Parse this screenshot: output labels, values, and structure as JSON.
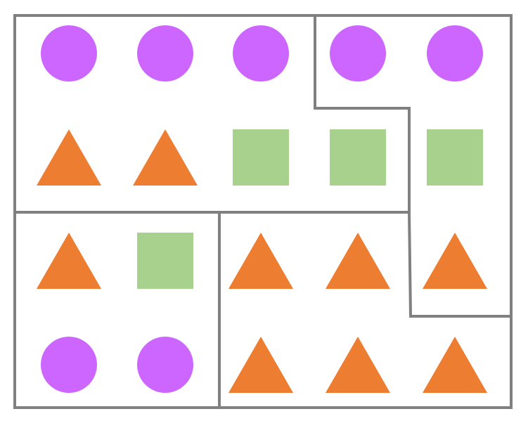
{
  "colors": {
    "background": "#ffffff",
    "border": "#808080",
    "circle": "#cc66ff",
    "triangle": "#ed7d31",
    "square": "#a9d18e"
  },
  "grid": {
    "rows": 4,
    "cols": 5,
    "cells": [
      [
        "circle",
        "circle",
        "circle",
        "circle",
        "circle"
      ],
      [
        "triangle",
        "triangle",
        "square",
        "square",
        "square"
      ],
      [
        "triangle",
        "square",
        "triangle",
        "triangle",
        "triangle"
      ],
      [
        "circle",
        "circle",
        "triangle",
        "triangle",
        "triangle"
      ]
    ]
  },
  "regions": [
    {
      "name": "region-top-left",
      "cells": [
        [
          0,
          0
        ],
        [
          0,
          1
        ],
        [
          0,
          2
        ],
        [
          1,
          0
        ],
        [
          1,
          1
        ],
        [
          1,
          2
        ],
        [
          1,
          3
        ]
      ]
    },
    {
      "name": "region-right",
      "cells": [
        [
          0,
          3
        ],
        [
          0,
          4
        ],
        [
          1,
          4
        ],
        [
          2,
          4
        ]
      ]
    },
    {
      "name": "region-bottom-left",
      "cells": [
        [
          2,
          0
        ],
        [
          2,
          1
        ],
        [
          3,
          0
        ],
        [
          3,
          1
        ]
      ]
    },
    {
      "name": "region-bottom-right",
      "cells": [
        [
          2,
          2
        ],
        [
          2,
          3
        ],
        [
          3,
          2
        ],
        [
          3,
          3
        ],
        [
          3,
          4
        ]
      ]
    }
  ]
}
